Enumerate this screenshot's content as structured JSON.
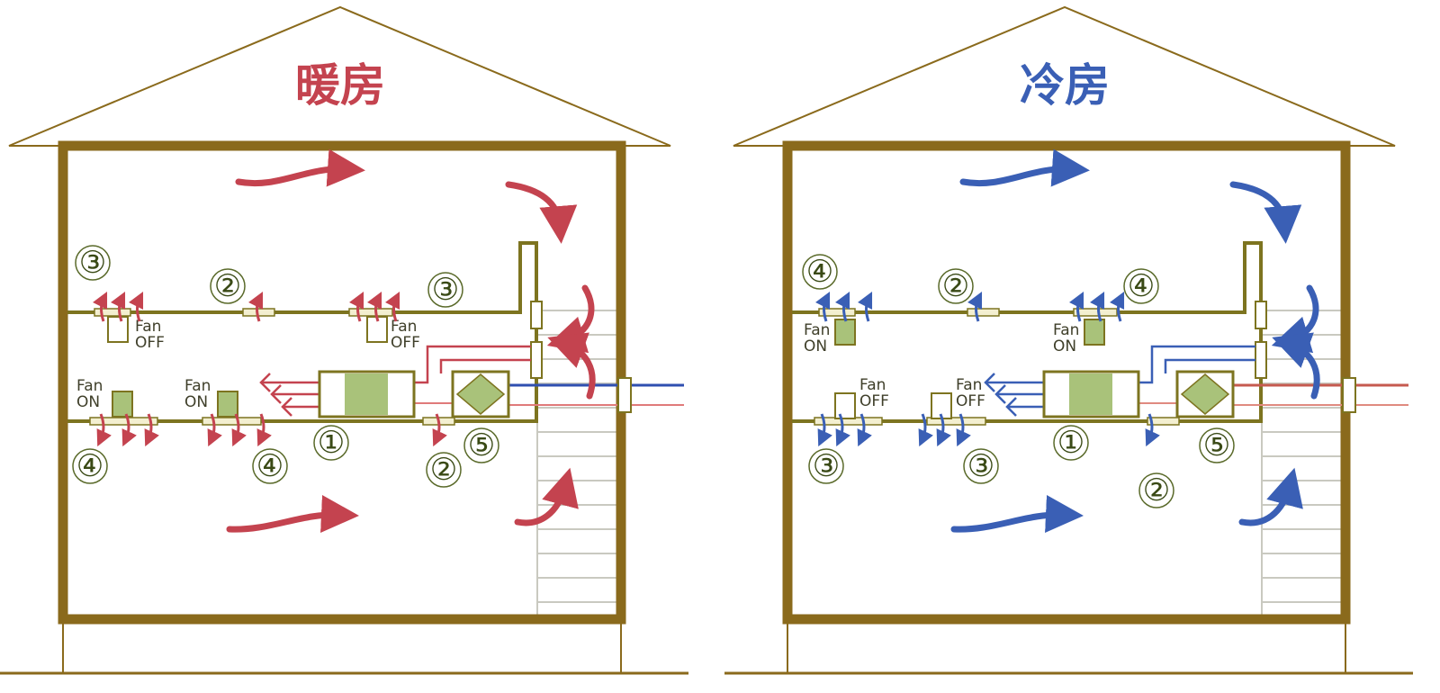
{
  "panels": [
    {
      "mode": "heating",
      "title": "暖房",
      "accent": "#c4434f",
      "inlet_color": "#2f4fb0",
      "exhaust_color": "#e07a7a",
      "numbers": [
        "③",
        "②",
        "③",
        "④",
        "④",
        "①",
        "②",
        "⑤"
      ],
      "fans": [
        {
          "label": "Fan",
          "state": "OFF"
        },
        {
          "label": "Fan",
          "state": "OFF"
        },
        {
          "label": "Fan",
          "state": "ON"
        },
        {
          "label": "Fan",
          "state": "ON"
        }
      ]
    },
    {
      "mode": "cooling",
      "title": "冷房",
      "accent": "#3a5fb5",
      "inlet_color": "#c65a4f",
      "exhaust_color": "#e08a80",
      "numbers": [
        "④",
        "②",
        "④",
        "③",
        "③",
        "①",
        "②",
        "⑤"
      ],
      "fans": [
        {
          "label": "Fan",
          "state": "ON"
        },
        {
          "label": "Fan",
          "state": "ON"
        },
        {
          "label": "Fan",
          "state": "OFF"
        },
        {
          "label": "Fan",
          "state": "OFF"
        }
      ]
    }
  ],
  "colors": {
    "wall": "#8a6a1c",
    "duct": "#7d7420",
    "unit_fill": "#a9c27a",
    "stairs": "#c9c9c0"
  }
}
